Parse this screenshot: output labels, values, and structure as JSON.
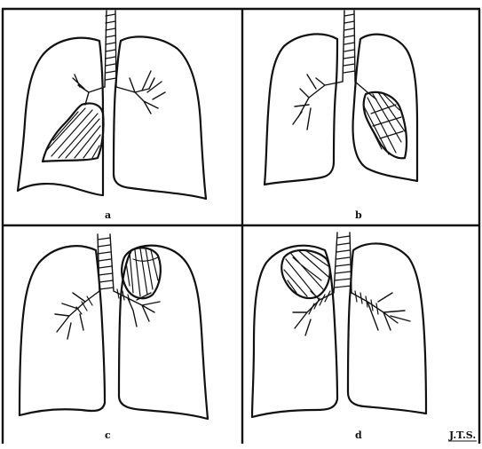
{
  "panels": [
    {
      "label": "a"
    },
    {
      "label": "b"
    },
    {
      "label": "c"
    },
    {
      "label": "d"
    }
  ],
  "signature": "J.T.S."
}
